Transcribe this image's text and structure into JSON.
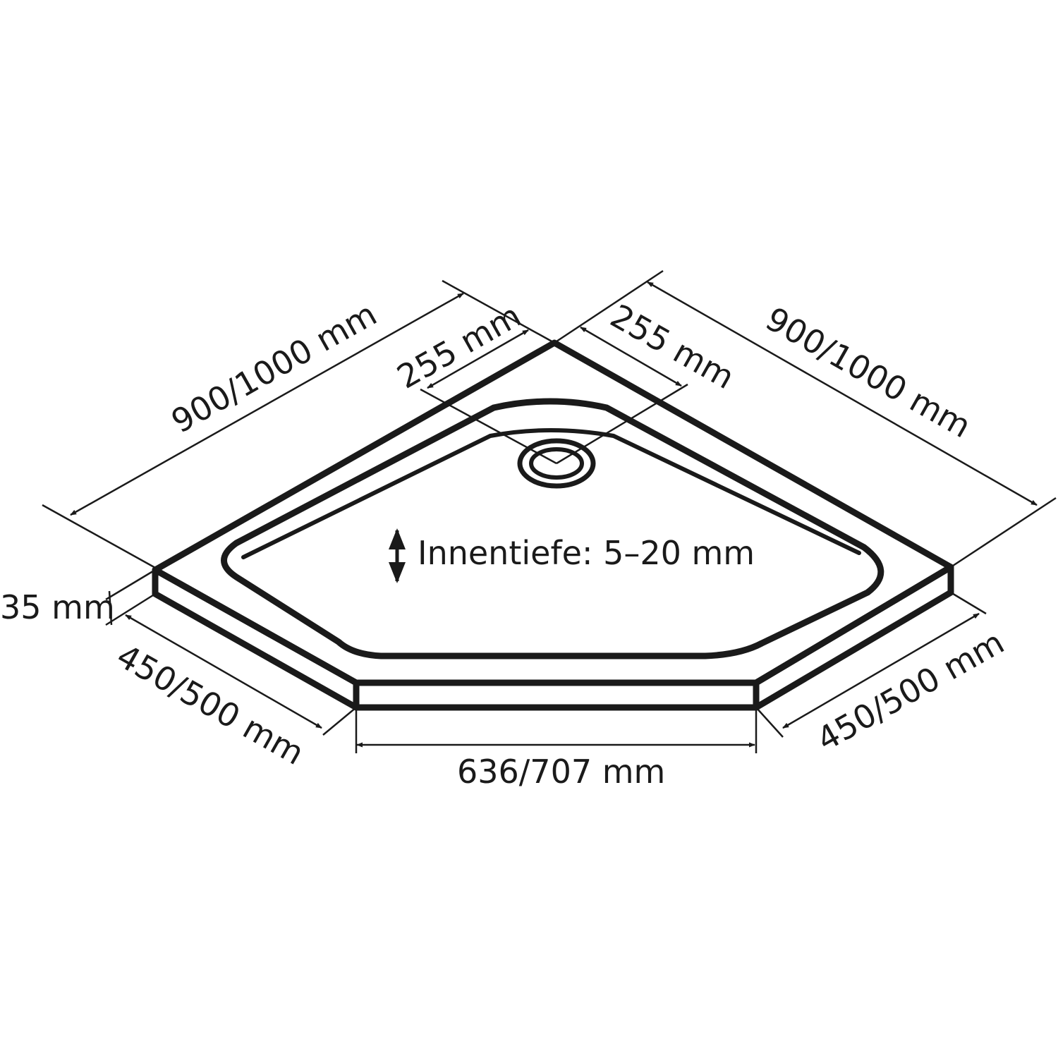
{
  "colors": {
    "line": "#1a1a1a",
    "basin_fill": "#e6f4fd",
    "background": "#ffffff"
  },
  "labels": {
    "top_left_length": "900/1000 mm",
    "top_right_length": "900/1000 mm",
    "drain_offset_left": "255 mm",
    "drain_offset_right": "255 mm",
    "height": "35 mm",
    "bottom_left_length": "450/500 mm",
    "bottom_right_length": "450/500 mm",
    "front_length": "636/707 mm",
    "inner_depth": "Innentiefe: 5–20 mm"
  }
}
